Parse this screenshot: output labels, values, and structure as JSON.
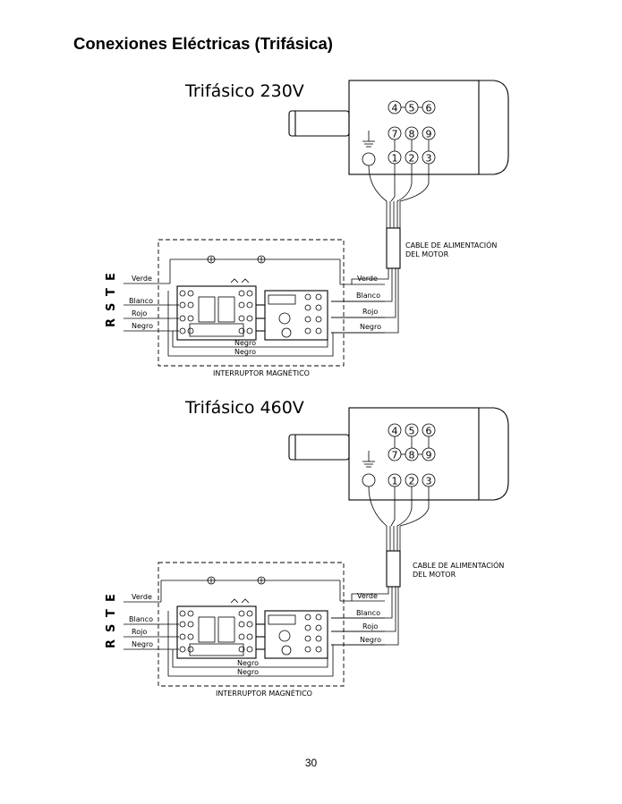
{
  "page": {
    "title": "Conexiones Eléctricas (Trifásica)",
    "number": "30"
  },
  "diagrams": [
    {
      "title": "Trifásico 230V",
      "terminals_top": [
        "4",
        "5",
        "6"
      ],
      "terminals_mid": [
        "7",
        "8",
        "9"
      ],
      "terminals_bottom": [
        "1",
        "2",
        "3"
      ],
      "cable_label_1": "CABLE DE ALIMENTACIÓN",
      "cable_label_2": "DEL MOTOR",
      "rste": [
        "R",
        "S",
        "T",
        "E"
      ],
      "left_wires": [
        "Verde",
        "Blanco",
        "Rojo",
        "Negro"
      ],
      "right_wires": [
        "Verde",
        "Blanco",
        "Rojo",
        "Negro"
      ],
      "bottom_wires": [
        "Negro",
        "Negro"
      ],
      "switch_label": "INTERRUPTOR MAGNÉTICO"
    },
    {
      "title": "Trifásico 460V",
      "terminals_top": [
        "4",
        "5",
        "6"
      ],
      "terminals_mid": [
        "7",
        "8",
        "9"
      ],
      "terminals_bottom": [
        "1",
        "2",
        "3"
      ],
      "cable_label_1": "CABLE DE ALIMENTACIÓN",
      "cable_label_2": "DEL MOTOR",
      "rste": [
        "R",
        "S",
        "T",
        "E"
      ],
      "left_wires": [
        "Verde",
        "Blanco",
        "Rojo",
        "Negro"
      ],
      "right_wires": [
        "Verde",
        "Blanco",
        "Rojo",
        "Negro"
      ],
      "bottom_wires": [
        "Negro",
        "Negro"
      ],
      "switch_label": "INTERRUPTOR MAGNÉTICO"
    }
  ]
}
